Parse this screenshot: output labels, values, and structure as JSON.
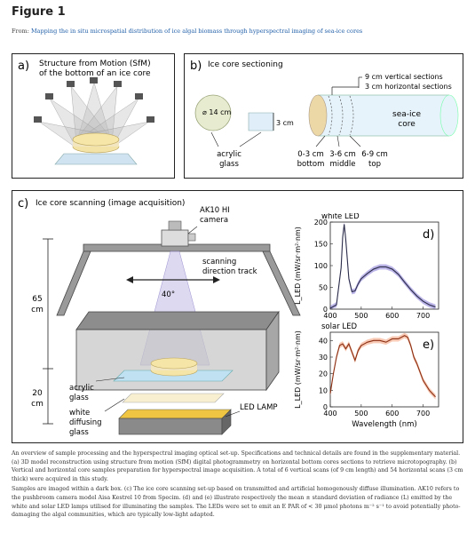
{
  "figure_title": "Figure 1",
  "from_prefix": "From: ",
  "from_link": "Mapping the in situ microspatial distribution of ice algal biomass through hyperspectral imaging of sea-ice cores",
  "panel_a": {
    "letter": "a)",
    "title_line1": "Structure from Motion (SfM)",
    "title_line2": "of the bottom of an ice core"
  },
  "panel_b": {
    "letter": "b)",
    "title": "Ice core sectioning",
    "diameter_label": "⌀ 14  cm",
    "thickness_label": "3  cm",
    "glass_line1": "acrylic",
    "glass_line2": "glass",
    "vertical_sections": "9 cm vertical sections",
    "horizontal_sections": "3 cm horizontal sections",
    "core_line1": "sea-ice",
    "core_line2": "core",
    "sections": [
      {
        "range": "0-3 cm",
        "name": "bottom"
      },
      {
        "range": "3-6 cm",
        "name": "middle"
      },
      {
        "range": "6-9 cm",
        "name": "top"
      }
    ]
  },
  "panel_c": {
    "letter": "c)",
    "title": "Ice core scanning (image acquisition)",
    "camera_line1": "AK10 HI",
    "camera_line2": "camera",
    "track_line1": "scanning",
    "track_line2": "direction track",
    "angle": "40°",
    "height_65_line1": "65",
    "height_65_line2": "cm",
    "height_20_line1": "20",
    "height_20_line2": "cm",
    "acrylic_line1": "acrylic",
    "acrylic_line2": "glass",
    "diffusing_line1": "white",
    "diffusing_line2": "diffusing",
    "diffusing_line3": "glass",
    "led_lamp": "LED LAMP"
  },
  "chart_data": [
    {
      "type": "line",
      "panel": "d)",
      "title": "white LED",
      "ylabel": "L_LED (mW/sr·m²·nm)",
      "xlim": [
        400,
        750
      ],
      "ylim": [
        0,
        200
      ],
      "xticks": [
        400,
        500,
        600,
        700
      ],
      "yticks": [
        0,
        50,
        100,
        150,
        200
      ],
      "x": [
        400,
        420,
        435,
        440,
        445,
        450,
        460,
        470,
        480,
        490,
        500,
        520,
        540,
        560,
        580,
        600,
        620,
        640,
        660,
        680,
        700,
        720,
        740
      ],
      "y": [
        2,
        10,
        95,
        165,
        195,
        160,
        70,
        40,
        42,
        58,
        70,
        82,
        92,
        97,
        97,
        92,
        80,
        62,
        45,
        30,
        18,
        10,
        5
      ]
    },
    {
      "type": "line",
      "panel": "e)",
      "title": "solar LED",
      "xlabel": "Wavelength (nm)",
      "ylabel": "L_LED (mW/sr·m²·nm)",
      "xlim": [
        400,
        750
      ],
      "ylim": [
        0,
        45
      ],
      "xticks": [
        400,
        500,
        600,
        700
      ],
      "yticks": [
        0,
        10,
        20,
        30,
        40
      ],
      "x": [
        400,
        410,
        420,
        430,
        440,
        450,
        460,
        470,
        480,
        490,
        500,
        510,
        520,
        540,
        560,
        580,
        600,
        620,
        640,
        650,
        660,
        670,
        680,
        690,
        700,
        710,
        720,
        730,
        740
      ],
      "y": [
        8,
        20,
        30,
        37,
        38,
        35,
        38,
        33,
        28,
        34,
        37,
        38,
        39,
        40,
        40,
        39,
        41,
        41,
        43,
        42,
        37,
        30,
        26,
        21,
        16,
        13,
        10,
        8,
        6
      ]
    }
  ],
  "caption": [
    "An overview of sample processing and the hyperspectral imaging optical set-up. Specifications and technical details are found in the supplementary material. (a) 3D model reconstruction using structure from motion (SfM) digital photogrammetry on horizontal bottom cores sections to retrieve microtopography. (b) Vertical and horizontal core samples preparation for hyperspectral image acquisition. A total of 6 vertical scans (of 9 cm length) and 54 horizontal scans (3 cm thick) were acquired in this study.",
    "Samples are imaged within a dark box. (c) The ice core scanning set-up based on transmitted and artificial homogenously diffuse illumination. AK10 refers to the pushbroom camera model Aisa Kestrel 10 from Specim. (d) and (e) illustrate respectively the mean ± standard deviation of radiance (L) emitted by the white and solar LED lamps utilised for illuminating the samples. The LEDs were set to emit an E PAR of < 30 μmol photons m⁻² s⁻¹ to avoid potentially photo-damaging the algal communities, which are typically low-light adapted."
  ],
  "colors": {
    "white_led_line": "#2b2c4a",
    "white_led_band": "#6a5acd",
    "solar_led_line": "#8b2e12",
    "solar_led_band": "#f08a5a",
    "link": "#1f5ea8"
  }
}
